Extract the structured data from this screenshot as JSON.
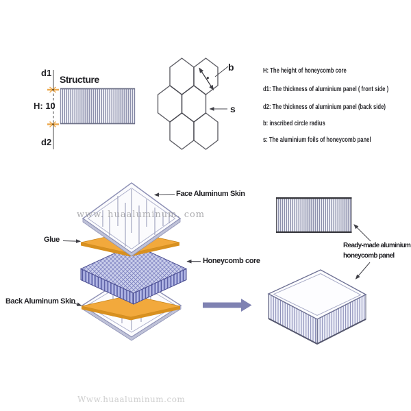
{
  "structure_diagram": {
    "title": "Structure",
    "d1_label": "d1",
    "height_label": "H: 10",
    "d2_label": "d2"
  },
  "honeycomb_diagram": {
    "b_label": "b",
    "s_label": "s"
  },
  "legend": {
    "items": [
      "H: The height of honeycomb core",
      "d1: The thickness of aluminium panel ( front side )",
      "d2: The thickness of aluminium panel  (back side)",
      "b: inscribed circle radius",
      "s: The aluminium foils of  honeycomb panel"
    ]
  },
  "exploded_view": {
    "face_skin_label": "Face Aluminum Skin",
    "glue_label": "Glue",
    "core_label": "Honeycomb core",
    "back_skin_label": "Back Aluminum Skin",
    "watermark": "www. huaaluminum. com"
  },
  "result_view": {
    "caption_line1": "Ready-made aluminium",
    "caption_line2": "honeycomb panel"
  },
  "footer_watermark": "Www.huaaluminum.com",
  "colors": {
    "glue_orange": "#F2A93C",
    "glue_edge": "#D8901F",
    "core_purple": "#9AA0D8",
    "arrow_purple": "#7F82B2",
    "marker_orange": "#ECA94F",
    "hatch_blue": "#61648A"
  }
}
